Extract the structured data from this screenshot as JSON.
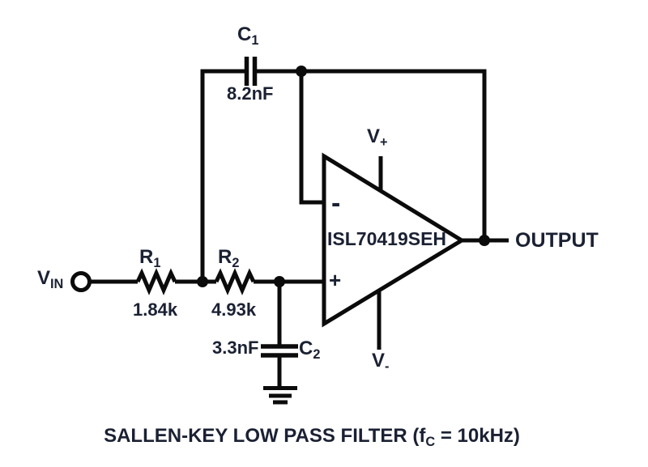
{
  "colors": {
    "line": "#0b0b0b",
    "text": "#1b2133",
    "background": "#ffffff"
  },
  "caption": {
    "pre": "SALLEN-KEY LOW PASS FILTER (f",
    "sub": "C",
    "post": " = 10kHz)"
  },
  "labels": {
    "input": {
      "base": "V",
      "sub": "IN"
    },
    "output": "OUTPUT"
  },
  "opamp": {
    "part": "ISL70419SEH",
    "inverting_pin": "-",
    "noninverting_pin": "+",
    "supply_positive": {
      "base": "V",
      "sub": "+"
    },
    "supply_negative": {
      "base": "V",
      "sub": "-"
    }
  },
  "components": {
    "c1": {
      "ref_base": "C",
      "ref_sub": "1",
      "value": "8.2nF"
    },
    "r1": {
      "ref_base": "R",
      "ref_sub": "1",
      "value": "1.84k"
    },
    "r2": {
      "ref_base": "R",
      "ref_sub": "2",
      "value": "4.93k"
    },
    "c2": {
      "ref_base": "C",
      "ref_sub": "2",
      "value": "3.3nF"
    }
  }
}
